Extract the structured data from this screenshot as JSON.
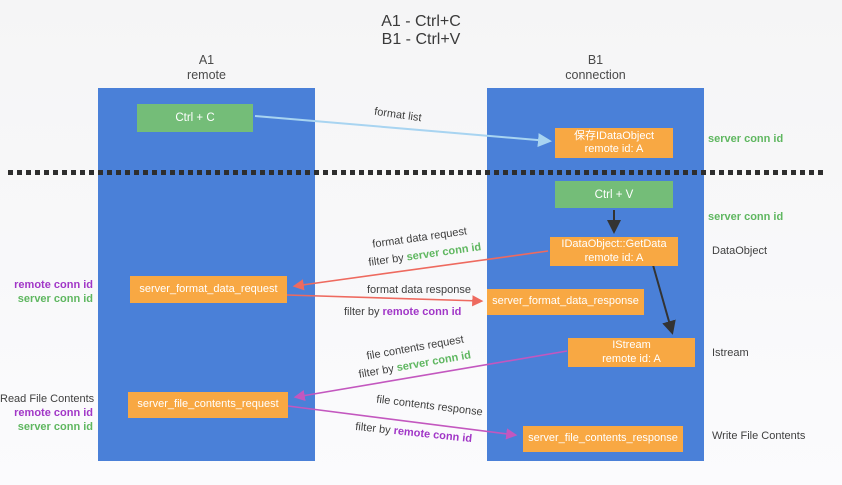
{
  "title": {
    "line1": "A1 - Ctrl+C",
    "line2": "B1 - Ctrl+V"
  },
  "columns": {
    "a": {
      "name": "A1",
      "subtitle": "remote"
    },
    "b": {
      "name": "B1",
      "subtitle": "connection"
    }
  },
  "boxes": {
    "ctrl_c": {
      "label": "Ctrl + C"
    },
    "save_idataobject": {
      "line1": "保存IDataObject",
      "line2": "remote id: A"
    },
    "ctrl_v": {
      "label": "Ctrl + V"
    },
    "getdata": {
      "line1": "IDataObject::GetData",
      "line2": "remote id: A"
    },
    "format_request": {
      "label": "server_format_data_request"
    },
    "format_response": {
      "label": "server_format_data_response"
    },
    "istream": {
      "line1": "IStream",
      "line2": "remote id: A"
    },
    "file_request": {
      "label": "server_file_contents_request"
    },
    "file_response": {
      "label": "server_file_contents_response"
    }
  },
  "flow_labels": {
    "format_list": "format list",
    "format_data_request": "format data request",
    "format_data_response": "format data response",
    "file_contents_request": "file contents request",
    "file_contents_response": "file contents response",
    "filter_by": "filter by",
    "server_conn_id": "server conn id",
    "remote_conn_id": "remote conn id"
  },
  "side_labels": {
    "server_conn_id_top": "server conn id",
    "server_conn_id_mid": "server conn id",
    "dataobject": "DataObject",
    "istream": "Istream",
    "write_file_contents": "Write File Contents",
    "read_file_contents": "Read File Contents",
    "remote_conn_id": "remote conn id",
    "server_conn_id": "server conn id"
  },
  "colors": {
    "panel_blue": "#4a80d8",
    "box_green": "#74bd78",
    "box_orange": "#f8a843",
    "conn_green": "#5fb760",
    "conn_purple": "#a137c7",
    "arrow_blue": "#a8d4f1",
    "arrow_red": "#ee6a5f",
    "arrow_magenta": "#c357bf",
    "arrow_black": "#333333"
  }
}
